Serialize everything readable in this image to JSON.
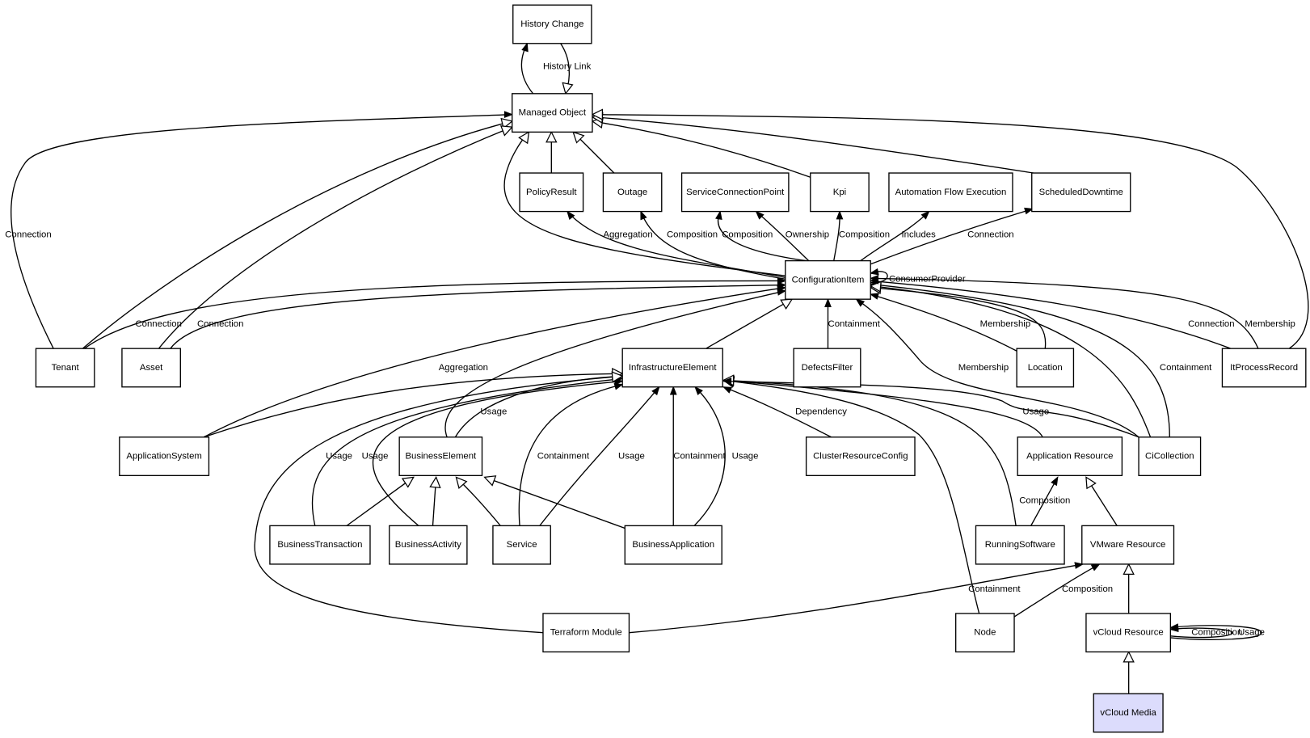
{
  "diagram": {
    "title": "Class relationship diagram",
    "highlight_color": "#dcdcfc",
    "nodes": [
      {
        "id": "HistoryChange",
        "label": "History Change"
      },
      {
        "id": "ManagedObject",
        "label": "Managed Object"
      },
      {
        "id": "PolicyResult",
        "label": "PolicyResult"
      },
      {
        "id": "Outage",
        "label": "Outage"
      },
      {
        "id": "ServiceConnectionPoint",
        "label": "ServiceConnectionPoint"
      },
      {
        "id": "Kpi",
        "label": "Kpi"
      },
      {
        "id": "AutomationFlowExecution",
        "label": "Automation Flow Execution"
      },
      {
        "id": "ScheduledDowntime",
        "label": "ScheduledDowntime"
      },
      {
        "id": "ConfigurationItem",
        "label": "ConfigurationItem"
      },
      {
        "id": "Tenant",
        "label": "Tenant"
      },
      {
        "id": "Asset",
        "label": "Asset"
      },
      {
        "id": "InfrastructureElement",
        "label": "InfrastructureElement"
      },
      {
        "id": "DefectsFilter",
        "label": "DefectsFilter"
      },
      {
        "id": "Location",
        "label": "Location"
      },
      {
        "id": "ItProcessRecord",
        "label": "ItProcessRecord"
      },
      {
        "id": "ApplicationSystem",
        "label": "ApplicationSystem"
      },
      {
        "id": "BusinessElement",
        "label": "BusinessElement"
      },
      {
        "id": "ClusterResourceConfig",
        "label": "ClusterResourceConfig"
      },
      {
        "id": "ApplicationResource",
        "label": "Application Resource"
      },
      {
        "id": "CiCollection",
        "label": "CiCollection"
      },
      {
        "id": "BusinessTransaction",
        "label": "BusinessTransaction"
      },
      {
        "id": "BusinessActivity",
        "label": "BusinessActivity"
      },
      {
        "id": "Service",
        "label": "Service"
      },
      {
        "id": "BusinessApplication",
        "label": "BusinessApplication"
      },
      {
        "id": "RunningSoftware",
        "label": "RunningSoftware"
      },
      {
        "id": "VMwareResource",
        "label": "VMware Resource"
      },
      {
        "id": "TerraformModule",
        "label": "Terraform Module"
      },
      {
        "id": "Node",
        "label": "Node"
      },
      {
        "id": "vCloudResource",
        "label": "vCloud Resource"
      },
      {
        "id": "vCloudMedia",
        "label": "vCloud Media",
        "highlighted": true
      }
    ],
    "edges": [
      {
        "from": "ManagedObject",
        "to": "HistoryChange",
        "label": "History Link",
        "arrow": "filled"
      },
      {
        "from": "HistoryChange",
        "to": "ManagedObject",
        "label": "",
        "arrow": "hollow"
      },
      {
        "from": "Tenant",
        "to": "ManagedObject",
        "label": "Connection",
        "arrow": "filled"
      },
      {
        "from": "Tenant",
        "to": "ManagedObject",
        "label": "",
        "arrow": "hollow"
      },
      {
        "from": "Asset",
        "to": "ManagedObject",
        "label": "",
        "arrow": "hollow"
      },
      {
        "from": "ConfigurationItem",
        "to": "ManagedObject",
        "label": "",
        "arrow": "hollow"
      },
      {
        "from": "PolicyResult",
        "to": "ManagedObject",
        "label": "",
        "arrow": "hollow"
      },
      {
        "from": "Outage",
        "to": "ManagedObject",
        "label": "",
        "arrow": "hollow"
      },
      {
        "from": "Kpi",
        "to": "ManagedObject",
        "label": "",
        "arrow": "hollow"
      },
      {
        "from": "ScheduledDowntime",
        "to": "ManagedObject",
        "label": "",
        "arrow": "hollow"
      },
      {
        "from": "ItProcessRecord",
        "to": "ManagedObject",
        "label": "",
        "arrow": "hollow"
      },
      {
        "from": "ConfigurationItem",
        "to": "PolicyResult",
        "label": "Aggregation",
        "arrow": "filled"
      },
      {
        "from": "ConfigurationItem",
        "to": "Outage",
        "label": "Composition",
        "arrow": "filled"
      },
      {
        "from": "ConfigurationItem",
        "to": "ServiceConnectionPoint",
        "label": "Composition",
        "arrow": "filled"
      },
      {
        "from": "ConfigurationItem",
        "to": "ServiceConnectionPoint",
        "label": "Ownership",
        "arrow": "filled"
      },
      {
        "from": "ConfigurationItem",
        "to": "Kpi",
        "label": "Composition",
        "arrow": "filled"
      },
      {
        "from": "ConfigurationItem",
        "to": "AutomationFlowExecution",
        "label": "Includes",
        "arrow": "filled"
      },
      {
        "from": "ConfigurationItem",
        "to": "ScheduledDowntime",
        "label": "Connection",
        "arrow": "filled"
      },
      {
        "from": "ConfigurationItem",
        "to": "ConfigurationItem",
        "label": "ConsumerProvider",
        "arrow": "filled"
      },
      {
        "from": "Tenant",
        "to": "ConfigurationItem",
        "label": "Connection",
        "arrow": "filled"
      },
      {
        "from": "Asset",
        "to": "ConfigurationItem",
        "label": "Connection",
        "arrow": "filled"
      },
      {
        "from": "ApplicationSystem",
        "to": "ConfigurationItem",
        "label": "Aggregation",
        "arrow": "filled"
      },
      {
        "from": "BusinessElement",
        "to": "ConfigurationItem",
        "label": "",
        "arrow": "filled"
      },
      {
        "from": "InfrastructureElement",
        "to": "ConfigurationItem",
        "label": "",
        "arrow": "hollow"
      },
      {
        "from": "DefectsFilter",
        "to": "ConfigurationItem",
        "label": "Containment",
        "arrow": "filled"
      },
      {
        "from": "Location",
        "to": "ConfigurationItem",
        "label": "Membership",
        "arrow": "filled"
      },
      {
        "from": "Location",
        "to": "ConfigurationItem",
        "label": "",
        "arrow": "hollow"
      },
      {
        "from": "CiCollection",
        "to": "ConfigurationItem",
        "label": "Membership",
        "arrow": "filled"
      },
      {
        "from": "CiCollection",
        "to": "ConfigurationItem",
        "label": "Containment",
        "arrow": "filled"
      },
      {
        "from": "CiCollection",
        "to": "ConfigurationItem",
        "label": "",
        "arrow": "hollow"
      },
      {
        "from": "ItProcessRecord",
        "to": "ConfigurationItem",
        "label": "Connection",
        "arrow": "filled"
      },
      {
        "from": "ItProcessRecord",
        "to": "ConfigurationItem",
        "label": "Membership",
        "arrow": "filled"
      },
      {
        "from": "ApplicationSystem",
        "to": "InfrastructureElement",
        "label": "",
        "arrow": "hollow"
      },
      {
        "from": "BusinessElement",
        "to": "InfrastructureElement",
        "label": "Usage",
        "arrow": "filled"
      },
      {
        "from": "BusinessTransaction",
        "to": "InfrastructureElement",
        "label": "Usage",
        "arrow": "filled"
      },
      {
        "from": "BusinessActivity",
        "to": "InfrastructureElement",
        "label": "Usage",
        "arrow": "filled"
      },
      {
        "from": "Service",
        "to": "InfrastructureElement",
        "label": "Containment",
        "arrow": "filled"
      },
      {
        "from": "Service",
        "to": "InfrastructureElement",
        "label": "Usage",
        "arrow": "filled"
      },
      {
        "from": "BusinessApplication",
        "to": "InfrastructureElement",
        "label": "Containment",
        "arrow": "filled"
      },
      {
        "from": "BusinessApplication",
        "to": "InfrastructureElement",
        "label": "Usage",
        "arrow": "filled"
      },
      {
        "from": "ClusterResourceConfig",
        "to": "InfrastructureElement",
        "label": "Dependency",
        "arrow": "filled"
      },
      {
        "from": "TerraformModule",
        "to": "InfrastructureElement",
        "label": "",
        "arrow": "hollow"
      },
      {
        "from": "Node",
        "to": "InfrastructureElement",
        "label": "",
        "arrow": "hollow"
      },
      {
        "from": "RunningSoftware",
        "to": "InfrastructureElement",
        "label": "",
        "arrow": "hollow"
      },
      {
        "from": "ApplicationResource",
        "to": "InfrastructureElement",
        "label": "",
        "arrow": "hollow"
      },
      {
        "from": "CiCollection",
        "to": "InfrastructureElement",
        "label": "Usage",
        "arrow": "filled"
      },
      {
        "from": "BusinessTransaction",
        "to": "BusinessElement",
        "label": "",
        "arrow": "hollow"
      },
      {
        "from": "BusinessActivity",
        "to": "BusinessElement",
        "label": "",
        "arrow": "hollow"
      },
      {
        "from": "Service",
        "to": "BusinessElement",
        "label": "",
        "arrow": "hollow"
      },
      {
        "from": "BusinessApplication",
        "to": "BusinessElement",
        "label": "",
        "arrow": "hollow"
      },
      {
        "from": "RunningSoftware",
        "to": "ApplicationResource",
        "label": "Composition",
        "arrow": "filled"
      },
      {
        "from": "VMwareResource",
        "to": "ApplicationResource",
        "label": "",
        "arrow": "hollow"
      },
      {
        "from": "TerraformModule",
        "to": "VMwareResource",
        "label": "Containment",
        "arrow": "filled"
      },
      {
        "from": "Node",
        "to": "VMwareResource",
        "label": "Composition",
        "arrow": "filled"
      },
      {
        "from": "vCloudResource",
        "to": "VMwareResource",
        "label": "",
        "arrow": "hollow"
      },
      {
        "from": "vCloudResource",
        "to": "vCloudResource",
        "label": "Composition",
        "arrow": "filled"
      },
      {
        "from": "vCloudResource",
        "to": "vCloudResource",
        "label": "Usage",
        "arrow": "filled"
      },
      {
        "from": "vCloudMedia",
        "to": "vCloudResource",
        "label": "",
        "arrow": "hollow"
      }
    ]
  }
}
